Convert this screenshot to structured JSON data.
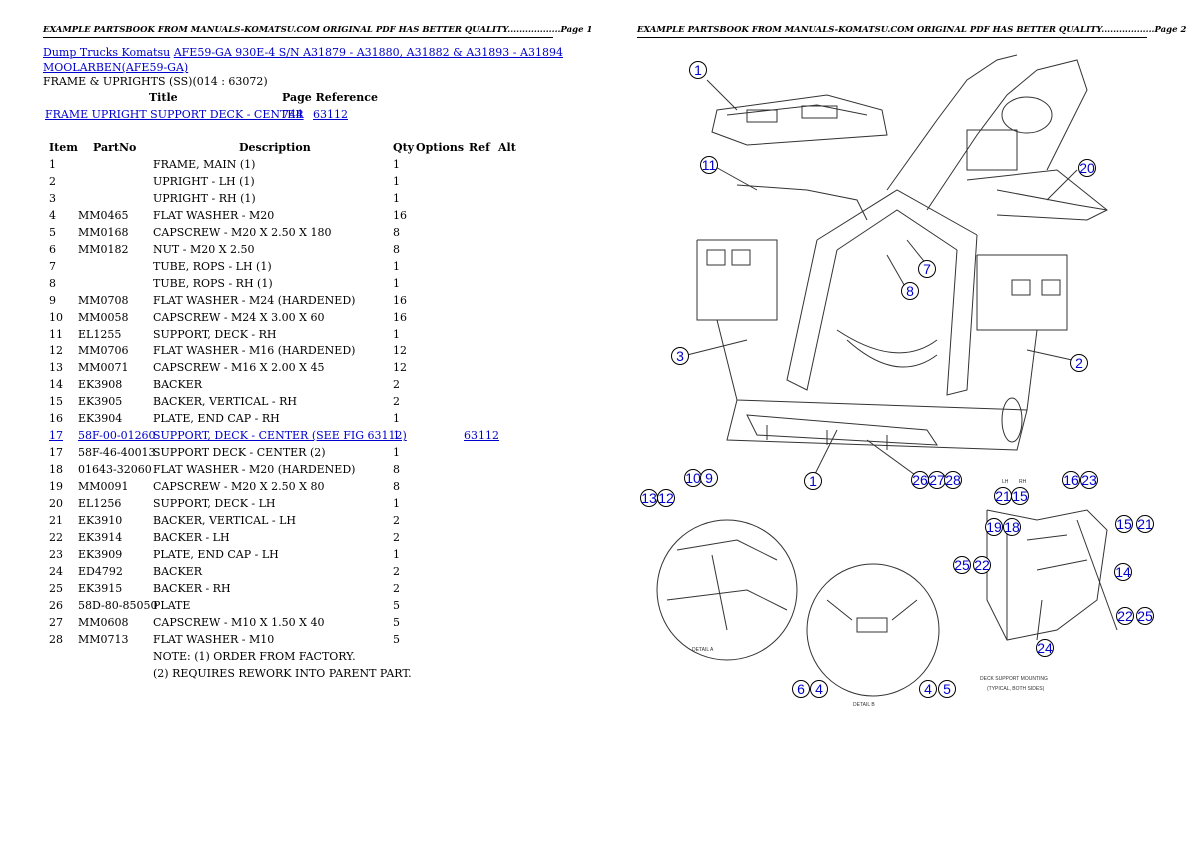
{
  "page1_header": "EXAMPLE PARTSBOOK FROM MANUALS-KOMATSU.COM ORIGINAL PDF HAS BETTER QUALITY..................Page 1",
  "page2_header": "EXAMPLE PARTSBOOK FROM MANUALS-KOMATSU.COM ORIGINAL PDF HAS BETTER QUALITY..................Page 2",
  "breadcrumb": {
    "link1": "Dump Trucks Komatsu",
    "link2": "AFE59-GA 930E-4 S/N A31879 - A31880, A31882 & A31893 - A31894",
    "link3": "MOOLARBEN(AFE59-GA)"
  },
  "frame_title": "FRAME & UPRIGHTS (SS)(014 : 63072)",
  "reference": {
    "head_title": "Title",
    "head_page": "Page Reference",
    "title": "FRAME UPRIGHT SUPPORT DECK - CENTER",
    "page": "744",
    "ref": "63112"
  },
  "table": {
    "headers": [
      "Item",
      "PartNo",
      "Description",
      "Qty",
      "Options",
      "Ref",
      "Alt"
    ],
    "rows": [
      {
        "item": "1",
        "part": "",
        "desc": "FRAME, MAIN (1)",
        "qty": "1",
        "ref": ""
      },
      {
        "item": "2",
        "part": "",
        "desc": "UPRIGHT - LH (1)",
        "qty": "1",
        "ref": ""
      },
      {
        "item": "3",
        "part": "",
        "desc": "UPRIGHT - RH (1)",
        "qty": "1",
        "ref": ""
      },
      {
        "item": "4",
        "part": "MM0465",
        "desc": "FLAT WASHER - M20",
        "qty": "16",
        "ref": ""
      },
      {
        "item": "5",
        "part": "MM0168",
        "desc": "CAPSCREW - M20 X 2.50 X 180",
        "qty": "8",
        "ref": ""
      },
      {
        "item": "6",
        "part": "MM0182",
        "desc": "NUT - M20 X 2.50",
        "qty": "8",
        "ref": ""
      },
      {
        "item": "7",
        "part": "",
        "desc": "TUBE, ROPS - LH (1)",
        "qty": "1",
        "ref": ""
      },
      {
        "item": "8",
        "part": "",
        "desc": "TUBE, ROPS - RH (1)",
        "qty": "1",
        "ref": ""
      },
      {
        "item": "9",
        "part": "MM0708",
        "desc": "FLAT WASHER - M24 (HARDENED)",
        "qty": "16",
        "ref": ""
      },
      {
        "item": "10",
        "part": "MM0058",
        "desc": "CAPSCREW - M24 X 3.00 X 60",
        "qty": "16",
        "ref": ""
      },
      {
        "item": "11",
        "part": "EL1255",
        "desc": "SUPPORT, DECK - RH",
        "qty": "1",
        "ref": ""
      },
      {
        "item": "12",
        "part": "MM0706",
        "desc": "FLAT WASHER - M16 (HARDENED)",
        "qty": "12",
        "ref": ""
      },
      {
        "item": "13",
        "part": "MM0071",
        "desc": "CAPSCREW - M16 X 2.00 X 45",
        "qty": "12",
        "ref": ""
      },
      {
        "item": "14",
        "part": "EK3908",
        "desc": "BACKER",
        "qty": "2",
        "ref": ""
      },
      {
        "item": "15",
        "part": "EK3905",
        "desc": "BACKER, VERTICAL - RH",
        "qty": "2",
        "ref": ""
      },
      {
        "item": "16",
        "part": "EK3904",
        "desc": "PLATE, END CAP - RH",
        "qty": "1",
        "ref": ""
      },
      {
        "item": "17",
        "part": "58F-00-01260",
        "desc": "SUPPORT, DECK - CENTER (SEE FIG 63112)",
        "qty": "1",
        "ref": "63112",
        "link": true
      },
      {
        "item": "17",
        "part": "58F-46-40013",
        "desc": "SUPPORT DECK - CENTER (2)",
        "qty": "1",
        "ref": ""
      },
      {
        "item": "18",
        "part": "01643-32060",
        "desc": "FLAT WASHER - M20 (HARDENED)",
        "qty": "8",
        "ref": ""
      },
      {
        "item": "19",
        "part": "MM0091",
        "desc": "CAPSCREW - M20 X 2.50 X 80",
        "qty": "8",
        "ref": ""
      },
      {
        "item": "20",
        "part": "EL1256",
        "desc": "SUPPORT, DECK - LH",
        "qty": "1",
        "ref": ""
      },
      {
        "item": "21",
        "part": "EK3910",
        "desc": "BACKER, VERTICAL - LH",
        "qty": "2",
        "ref": ""
      },
      {
        "item": "22",
        "part": "EK3914",
        "desc": "BACKER - LH",
        "qty": "2",
        "ref": ""
      },
      {
        "item": "23",
        "part": "EK3909",
        "desc": "PLATE, END CAP - LH",
        "qty": "1",
        "ref": ""
      },
      {
        "item": "24",
        "part": "ED4792",
        "desc": "BACKER",
        "qty": "2",
        "ref": ""
      },
      {
        "item": "25",
        "part": "EK3915",
        "desc": "BACKER - RH",
        "qty": "2",
        "ref": ""
      },
      {
        "item": "26",
        "part": "58D-80-85050",
        "desc": "PLATE",
        "qty": "5",
        "ref": ""
      },
      {
        "item": "27",
        "part": "MM0608",
        "desc": "CAPSCREW - M10 X 1.50 X 40",
        "qty": "5",
        "ref": ""
      },
      {
        "item": "28",
        "part": "MM0713",
        "desc": "FLAT WASHER - M10",
        "qty": "5",
        "ref": ""
      }
    ],
    "notes": [
      "NOTE: (1) ORDER FROM FACTORY.",
      "(2) REQUIRES REWORK INTO PARENT PART."
    ]
  },
  "diagram": {
    "callouts": [
      "1",
      "11",
      "20",
      "7",
      "8",
      "3",
      "2",
      "1",
      "26",
      "27",
      "28",
      "13",
      "12",
      "10",
      "9",
      "6",
      "4",
      "4",
      "5",
      "21",
      "15",
      "16",
      "23",
      "19",
      "18",
      "15",
      "21",
      "25",
      "22",
      "14",
      "22",
      "25",
      "24"
    ],
    "labels": {
      "detail_a": "DETAIL A",
      "detail_b": "DETAIL B",
      "deck_support": "DECK SUPPORT MOUNTING",
      "deck_support_sub": "(TYPICAL, BOTH SIDES)",
      "lh": "LH",
      "rh": "RH"
    }
  }
}
